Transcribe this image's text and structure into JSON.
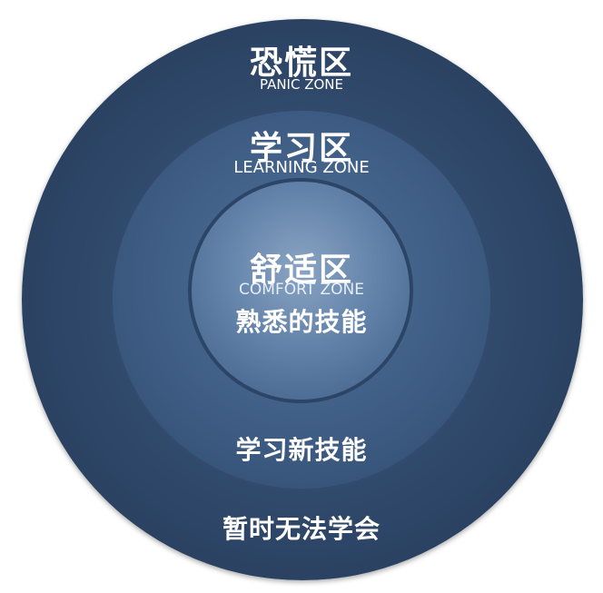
{
  "diagram": {
    "outer_zone": {
      "title": "恐慌区",
      "subtitle": "PANIC ZONE",
      "description": "暂时无法学会",
      "color": "#2f486a"
    },
    "middle_zone": {
      "title": "学习区",
      "subtitle": "LEARNING ZONE",
      "description": "学习新技能",
      "color": "#3d5b82"
    },
    "inner_zone": {
      "title": "舒适区",
      "subtitle": "COMFORT ZONE",
      "description": "熟悉的技能",
      "color": "#6383aa"
    }
  }
}
